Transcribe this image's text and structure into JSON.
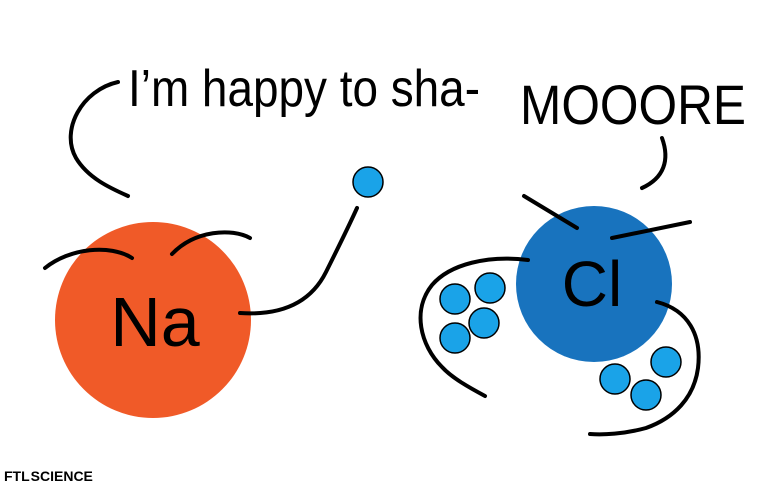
{
  "speech": {
    "sodium": "I’m happy to sha-",
    "chlorine": "MOOORE"
  },
  "atoms": {
    "sodium": {
      "symbol": "Na",
      "color": "#f05a28"
    },
    "chlorine": {
      "symbol": "Cl",
      "color": "#1873be"
    }
  },
  "electron_color": "#1aa3e8",
  "watermark": {
    "part1": "FTL",
    "part2": "SCIENCE",
    "accent_color": "#2aa64a"
  }
}
